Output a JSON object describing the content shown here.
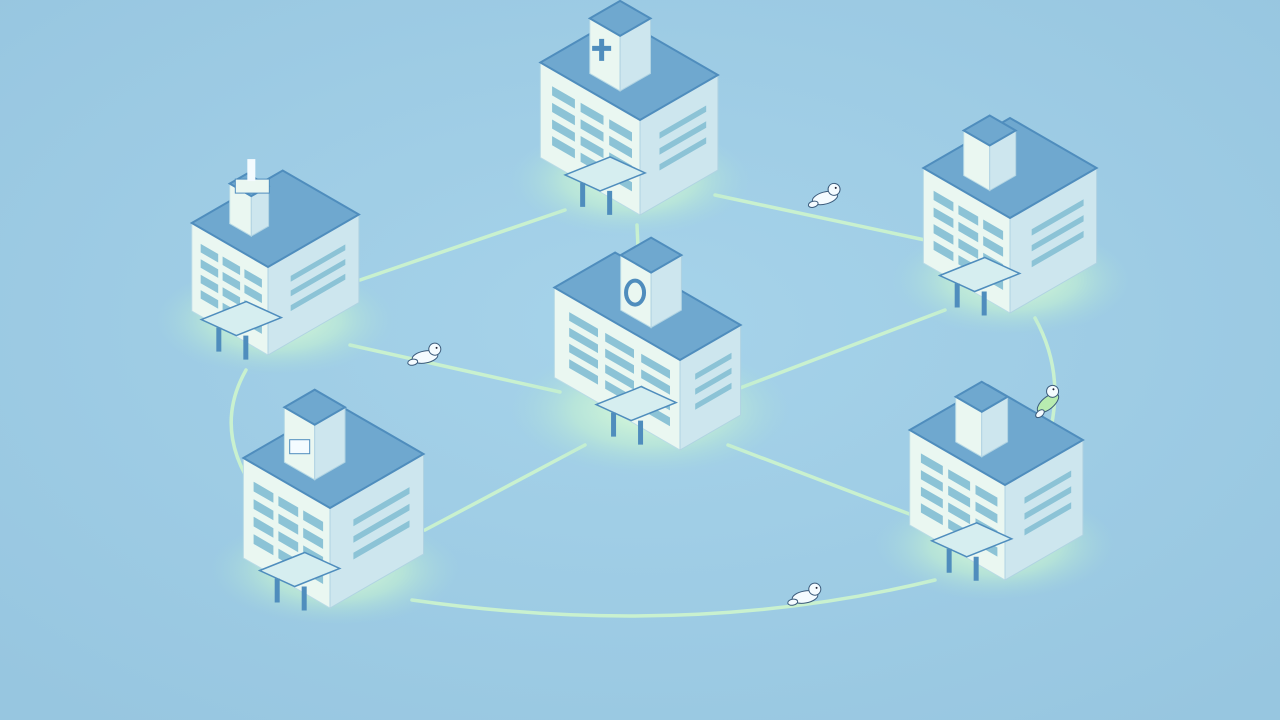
{
  "colors": {
    "background": "#9fcde6",
    "link_line": "#c9f1cf",
    "glow": "#d8ffd8",
    "wall_light": "#eaf7f1",
    "wall_shade": "#cde6ee",
    "roof": "#6fa8cf",
    "roof_edge": "#4f8dbd",
    "window": "#8cc3d6",
    "creature": "#f4fbff",
    "creature_accent": "#b8ecb0"
  },
  "buildings": [
    {
      "name": "hospital-top-center",
      "emblem": "cross-icon"
    },
    {
      "name": "hospital-top-left",
      "emblem": "tower"
    },
    {
      "name": "hospital-top-right",
      "emblem": "none"
    },
    {
      "name": "hospital-center-hub",
      "emblem": "ring-icon"
    },
    {
      "name": "hospital-bottom-left",
      "emblem": "sign"
    },
    {
      "name": "hospital-bottom-right",
      "emblem": "none"
    }
  ],
  "creatures": [
    "seal-courier",
    "seal-courier",
    "seal-courier-green",
    "seal-courier"
  ]
}
